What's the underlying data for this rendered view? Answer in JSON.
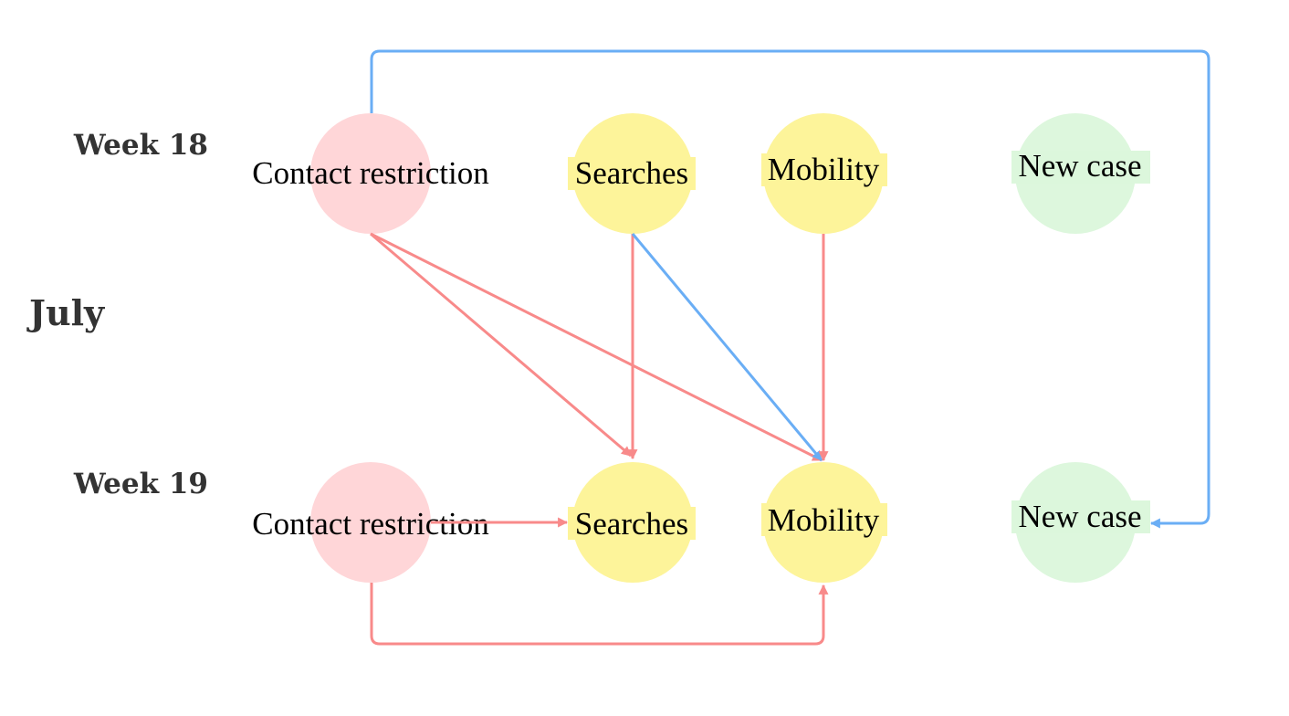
{
  "month_label": "July",
  "rows": [
    {
      "id": "w18",
      "label": "Week 18"
    },
    {
      "id": "w19",
      "label": "Week 19"
    }
  ],
  "nodes": [
    {
      "id": "cr18",
      "row": "w18",
      "label": "Contact restriction",
      "category": "policy"
    },
    {
      "id": "se18",
      "row": "w18",
      "label": "Searches",
      "category": "behavior"
    },
    {
      "id": "mo18",
      "row": "w18",
      "label": "Mobility",
      "category": "behavior"
    },
    {
      "id": "nc18",
      "row": "w18",
      "label": "New case",
      "category": "outcome"
    },
    {
      "id": "cr19",
      "row": "w19",
      "label": "Contact restriction",
      "category": "policy"
    },
    {
      "id": "se19",
      "row": "w19",
      "label": "Searches",
      "category": "behavior"
    },
    {
      "id": "mo19",
      "row": "w19",
      "label": "Mobility",
      "category": "behavior"
    },
    {
      "id": "nc19",
      "row": "w19",
      "label": "New case",
      "category": "outcome"
    }
  ],
  "edges": [
    {
      "from": "cr18",
      "to": "se19",
      "sign": "positive"
    },
    {
      "from": "cr18",
      "to": "mo19",
      "sign": "positive"
    },
    {
      "from": "se18",
      "to": "se19",
      "sign": "positive"
    },
    {
      "from": "se18",
      "to": "mo19",
      "sign": "negative"
    },
    {
      "from": "mo18",
      "to": "mo19",
      "sign": "positive"
    },
    {
      "from": "cr19",
      "to": "se19",
      "sign": "positive"
    },
    {
      "from": "cr19",
      "to": "mo19",
      "sign": "positive"
    },
    {
      "from": "cr18",
      "to": "nc19",
      "sign": "negative"
    }
  ],
  "colors": {
    "policy_node": "#ffd6d8",
    "behavior_node": "#fdf49a",
    "outcome_node": "#ddf7dd",
    "positive_edge": "#f88a8a",
    "negative_edge": "#6aaef5",
    "row_label_text": "#333333"
  }
}
